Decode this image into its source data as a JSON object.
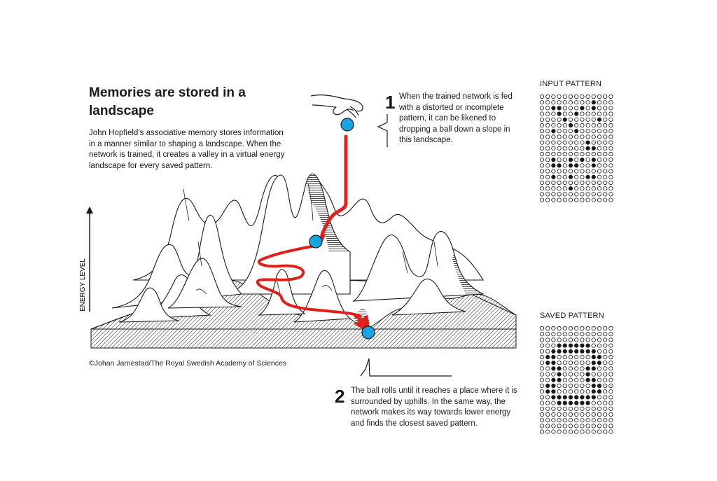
{
  "title": "Memories are stored in a landscape",
  "intro": "John Hopfield’s associative memory stores information in a manner similar to shaping a landscape. When the network is trained, it creates a valley in a virtual energy landscape for every saved pattern.",
  "step1": {
    "number": "1",
    "text": "When the trained network is fed with a distorted or incomplete pattern, it can be likened to dropping a ball down a slope in this landscape."
  },
  "step2": {
    "number": "2",
    "text": "The ball rolls until it reaches a place where it is surrounded by uphills. In the same way, the network makes its way towards lower energy and finds the closest saved pattern."
  },
  "axis_label": "ENERGY LEVEL",
  "credit": "©Johan Jarnestad/The Royal Swedish Academy of Sciences",
  "colors": {
    "path": "#e0201b",
    "ball": "#1aa3e0",
    "ink": "#1a1a1a"
  },
  "input_pattern": {
    "label": "INPUT PATTERN",
    "rows": [
      "0000000000000",
      "0000000001000",
      "0011000101000",
      "0001001000000",
      "0000100000100",
      "0000010000000",
      "0010001000000",
      "0000000000000",
      "0000000010000",
      "0000000011000",
      "0000000000000",
      "0010010101000",
      "0011011001000",
      "0000000000000",
      "0010010011000",
      "0000000000000",
      "0000010000000",
      "0000000000000",
      "0000000000000"
    ]
  },
  "saved_pattern": {
    "label": "SAVED PATTERN",
    "rows": [
      "0000000000000",
      "0000000000000",
      "0000000000000",
      "0001111110000",
      "0011111111000",
      "0110000001100",
      "0110000001100",
      "0011000011000",
      "0001000010000",
      "0011000011000",
      "0110000001100",
      "0110000001100",
      "0011111111000",
      "0001111110000",
      "0000000000000",
      "0000000000000",
      "0000000000000",
      "0000000000000",
      "0000000000000"
    ]
  }
}
